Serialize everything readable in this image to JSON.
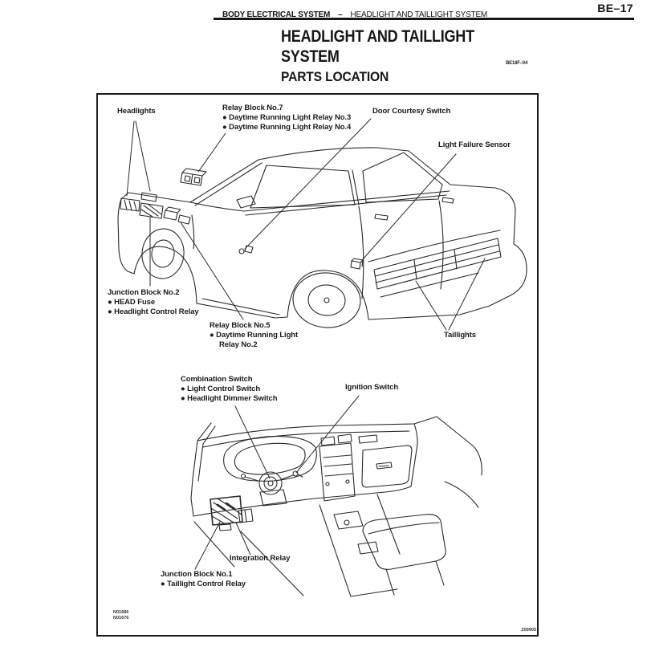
{
  "page": {
    "page_number": "BE–17",
    "header_section": "BODY ELECTRICAL SYSTEM",
    "header_dash": "–",
    "header_topic": "HEADLIGHT AND TAILLIGHT SYSTEM",
    "title_line1": "HEADLIGHT AND TAILLIGHT",
    "title_line2": "SYSTEM",
    "title_code": "BE18F–04",
    "section_heading": "PARTS LOCATION"
  },
  "figure": {
    "exterior": {
      "labels": {
        "headlights": "Headlights",
        "relay_block_7": {
          "title": "Relay Block No.7",
          "items": [
            "● Daytime Running Light Relay No.3",
            "● Daytime Running Light Relay No.4"
          ]
        },
        "door_courtesy_switch": "Door Courtesy Switch",
        "light_failure_sensor": "Light Failure Sensor",
        "junction_block_2": {
          "title": "Junction Block No.2",
          "items": [
            "● HEAD Fuse",
            "● Headlight Control Relay"
          ]
        },
        "relay_block_5": {
          "title": "Relay Block No.5",
          "item": "● Daytime Running Light",
          "item_wrap": "Relay No.2"
        },
        "taillights": "Taillights"
      }
    },
    "interior": {
      "labels": {
        "combination_switch": {
          "title": "Combination Switch",
          "items": [
            "● Light Control Switch",
            "● Headlight Dimmer Switch"
          ]
        },
        "ignition_switch": "Ignition Switch",
        "integration_relay": "Integration Relay",
        "junction_block_1": {
          "title": "Junction Block No.1",
          "item": "● Taillight Control Relay"
        }
      }
    },
    "codes": {
      "photo_left_top": "N01686",
      "photo_left_bottom": "N01676",
      "figure_right": "Z09905"
    }
  },
  "ink_color": "#1c1c1c"
}
